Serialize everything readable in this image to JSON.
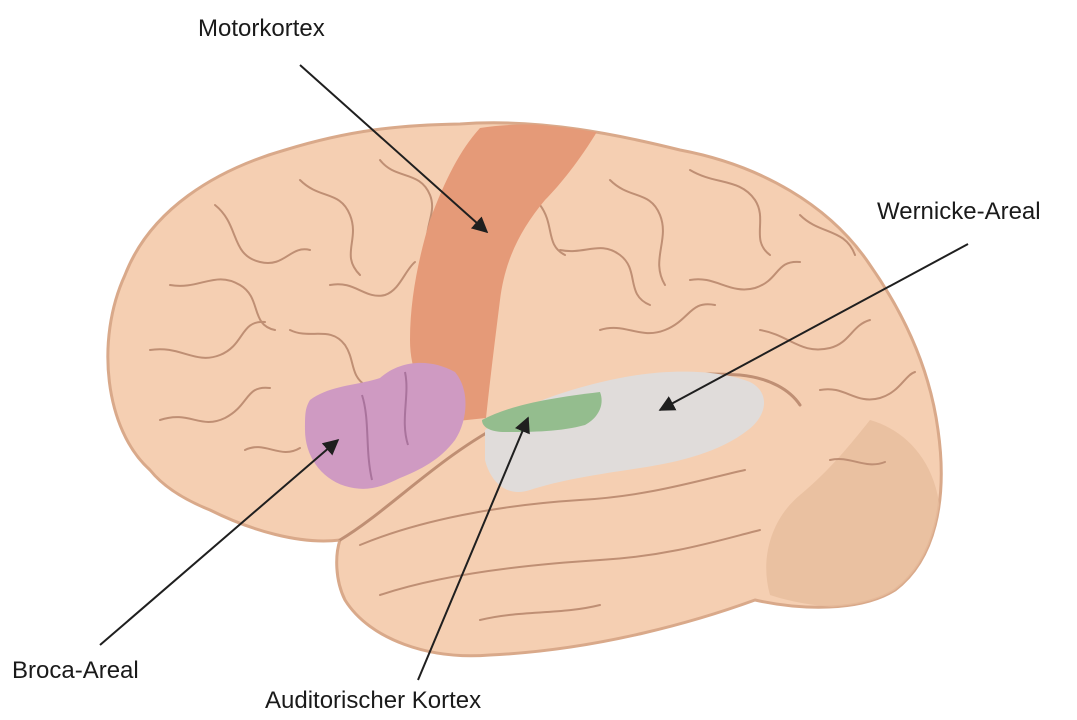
{
  "labels": {
    "motor_cortex": "Motorkortex",
    "wernicke_area": "Wernicke-Areal",
    "broca_area": "Broca-Areal",
    "auditory_cortex": "Auditorischer Kortex"
  },
  "colors": {
    "background": "#ffffff",
    "brain_fill": "#f5cfb2",
    "brain_outline": "#d9a98a",
    "sulcus_line": "#bf8f74",
    "occipital_shade": "#e7bd9c",
    "motor_cortex": "#e59a78",
    "broca_area": "#cf9ac2",
    "wernicke_area": "#e0dcda",
    "auditory_cortex": "#94bd8e",
    "arrow": "#1f1f1f",
    "label_text": "#1a1a1a"
  }
}
